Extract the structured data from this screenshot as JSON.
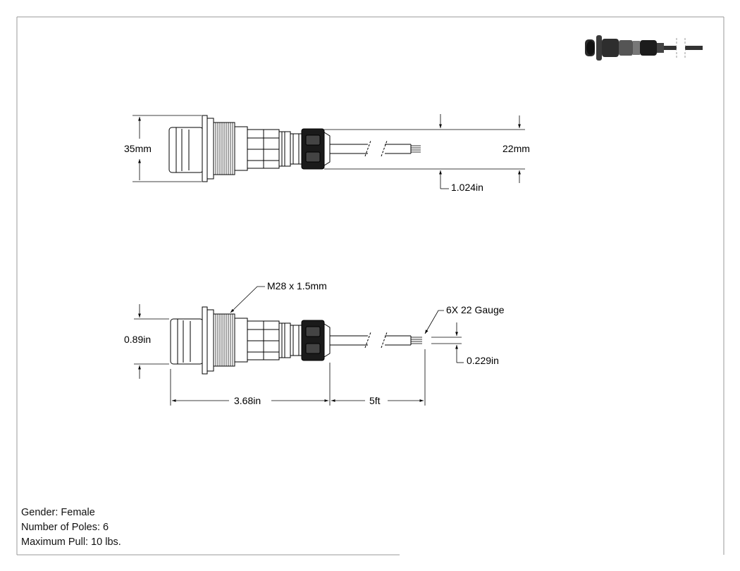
{
  "dimensions": {
    "top_height": "35mm",
    "top_body_dia": "22mm",
    "top_cable_offset": "1.024in",
    "bottom_height": "0.89in",
    "thread": "M28 x 1.5mm",
    "wire": "6X 22 Gauge",
    "wire_dia": "0.229in",
    "length": "3.68in",
    "cable_length": "5ft"
  },
  "specs": {
    "gender": "Gender: Female",
    "poles": "Number of Poles: 6",
    "pull": "Maximum Pull: 10 lbs."
  },
  "colors": {
    "line": "#000000",
    "border": "#999999",
    "nut_dark": "#1a1a1a"
  }
}
